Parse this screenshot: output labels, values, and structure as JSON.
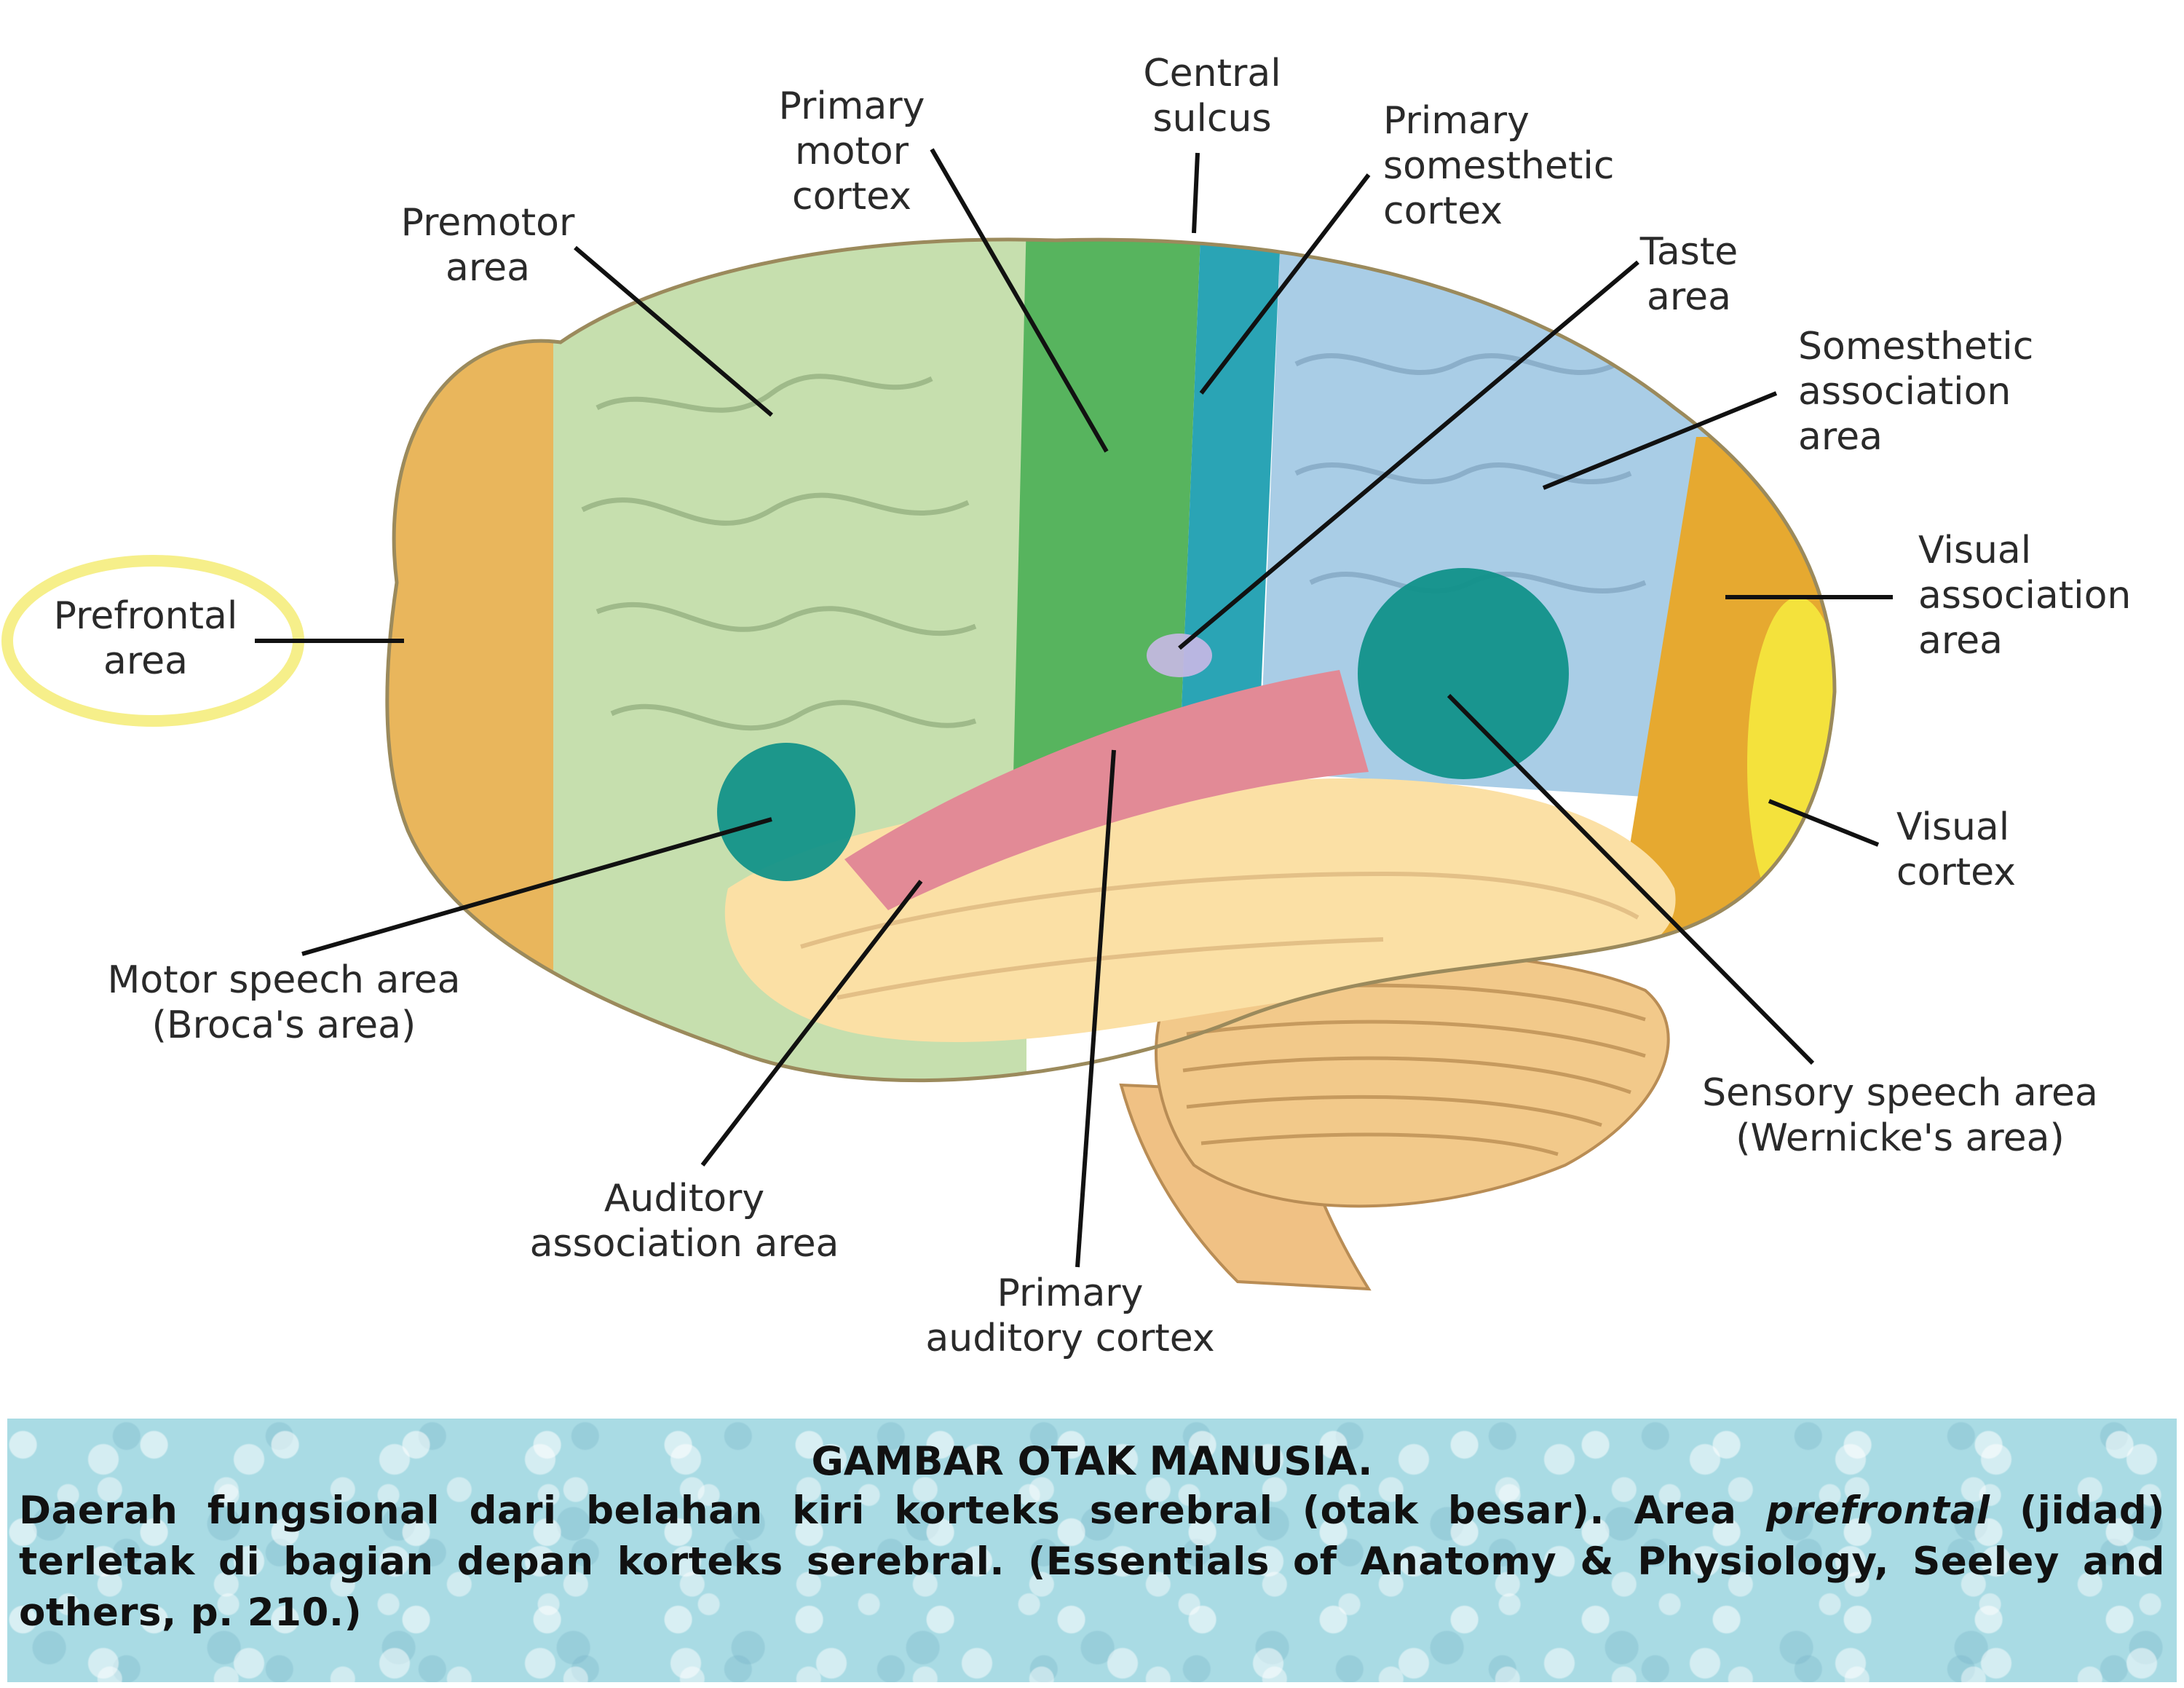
{
  "labels": {
    "central_sulcus": "Central\nsulcus",
    "primary_motor_cortex": "Primary\nmotor\ncortex",
    "premotor_area": "Premotor\narea",
    "primary_somesthetic_cortex": "Primary\nsomesthetic\ncortex",
    "taste_area": "Taste\narea",
    "somesthetic_association_area": "Somesthetic\nassociation\narea",
    "prefrontal_area": "Prefrontal\narea",
    "visual_association_area": "Visual\nassociation\narea",
    "visual_cortex": "Visual\ncortex",
    "motor_speech_area": "Motor speech area\n(Broca's area)",
    "sensory_speech_area": "Sensory speech area\n(Wernicke's area)",
    "auditory_association_area": "Auditory\nassociation area",
    "primary_auditory_cortex": "Primary\nauditory cortex"
  },
  "caption": {
    "title": "GAMBAR OTAK MANUSIA.",
    "body_part1": "Daerah fungsional dari belahan kiri korteks serebral (otak besar). Area ",
    "body_italic": "prefrontal",
    "body_part2": " (jidad) terletak di bagian depan korteks serebral. (Essentials of Anatomy & Physiology, Seeley and others, p. 210.)"
  },
  "colors": {
    "prefrontal": "#e9b65c",
    "premotor": "#c6dfae",
    "primary_motor": "#57b45e",
    "somesthetic_primary": "#2aa4b5",
    "somesthetic_association": "#a9cde6",
    "speech_circle": "#0d9088",
    "auditory": "#e28a96",
    "temporal": "#fbe0a5",
    "cerebellum": "#f2c98a",
    "visual_association": "#e6a930",
    "visual_cortex": "#f4e23c",
    "highlight_ring": "#f6ef8a",
    "caption_bg": "#a9dbe4"
  }
}
